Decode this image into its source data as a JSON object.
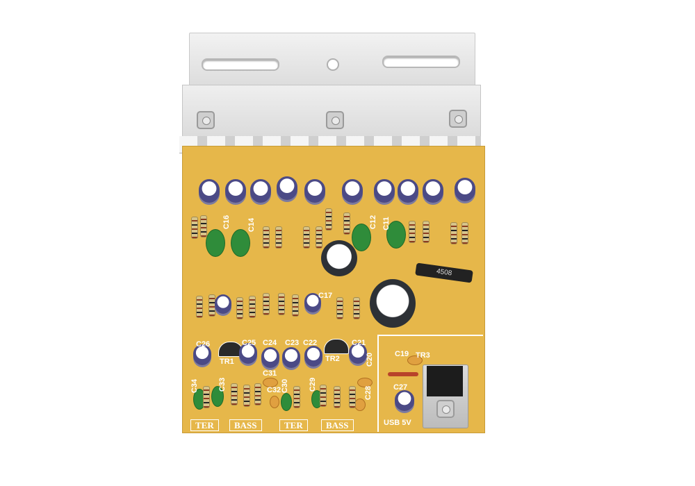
{
  "image": {
    "subject": "Audio amplifier / tone control circuit board with aluminum heatsink bracket",
    "background_color": "#ffffff"
  },
  "pcb": {
    "color": "#e6b74a",
    "silkscreen_color": "#ffffff",
    "component_labels": {
      "capacitors_top": [
        "C16",
        "C14",
        "C12",
        "C11"
      ],
      "capacitors_middle": [
        "C17"
      ],
      "capacitors_row": [
        "C26",
        "C25",
        "C24",
        "C23",
        "C22",
        "C21",
        "C20"
      ],
      "capacitors_bottom": [
        "C34",
        "C33",
        "C31",
        "C32",
        "C30",
        "C29",
        "C28"
      ],
      "transistors": [
        "TR1",
        "TR2"
      ],
      "regulator_section": [
        "C19",
        "TR3",
        "C27"
      ]
    },
    "section_labels": [
      "TER",
      "BASS",
      "TER",
      "BASS"
    ],
    "power_label": "USB 5V",
    "diode_marking": "4508"
  }
}
